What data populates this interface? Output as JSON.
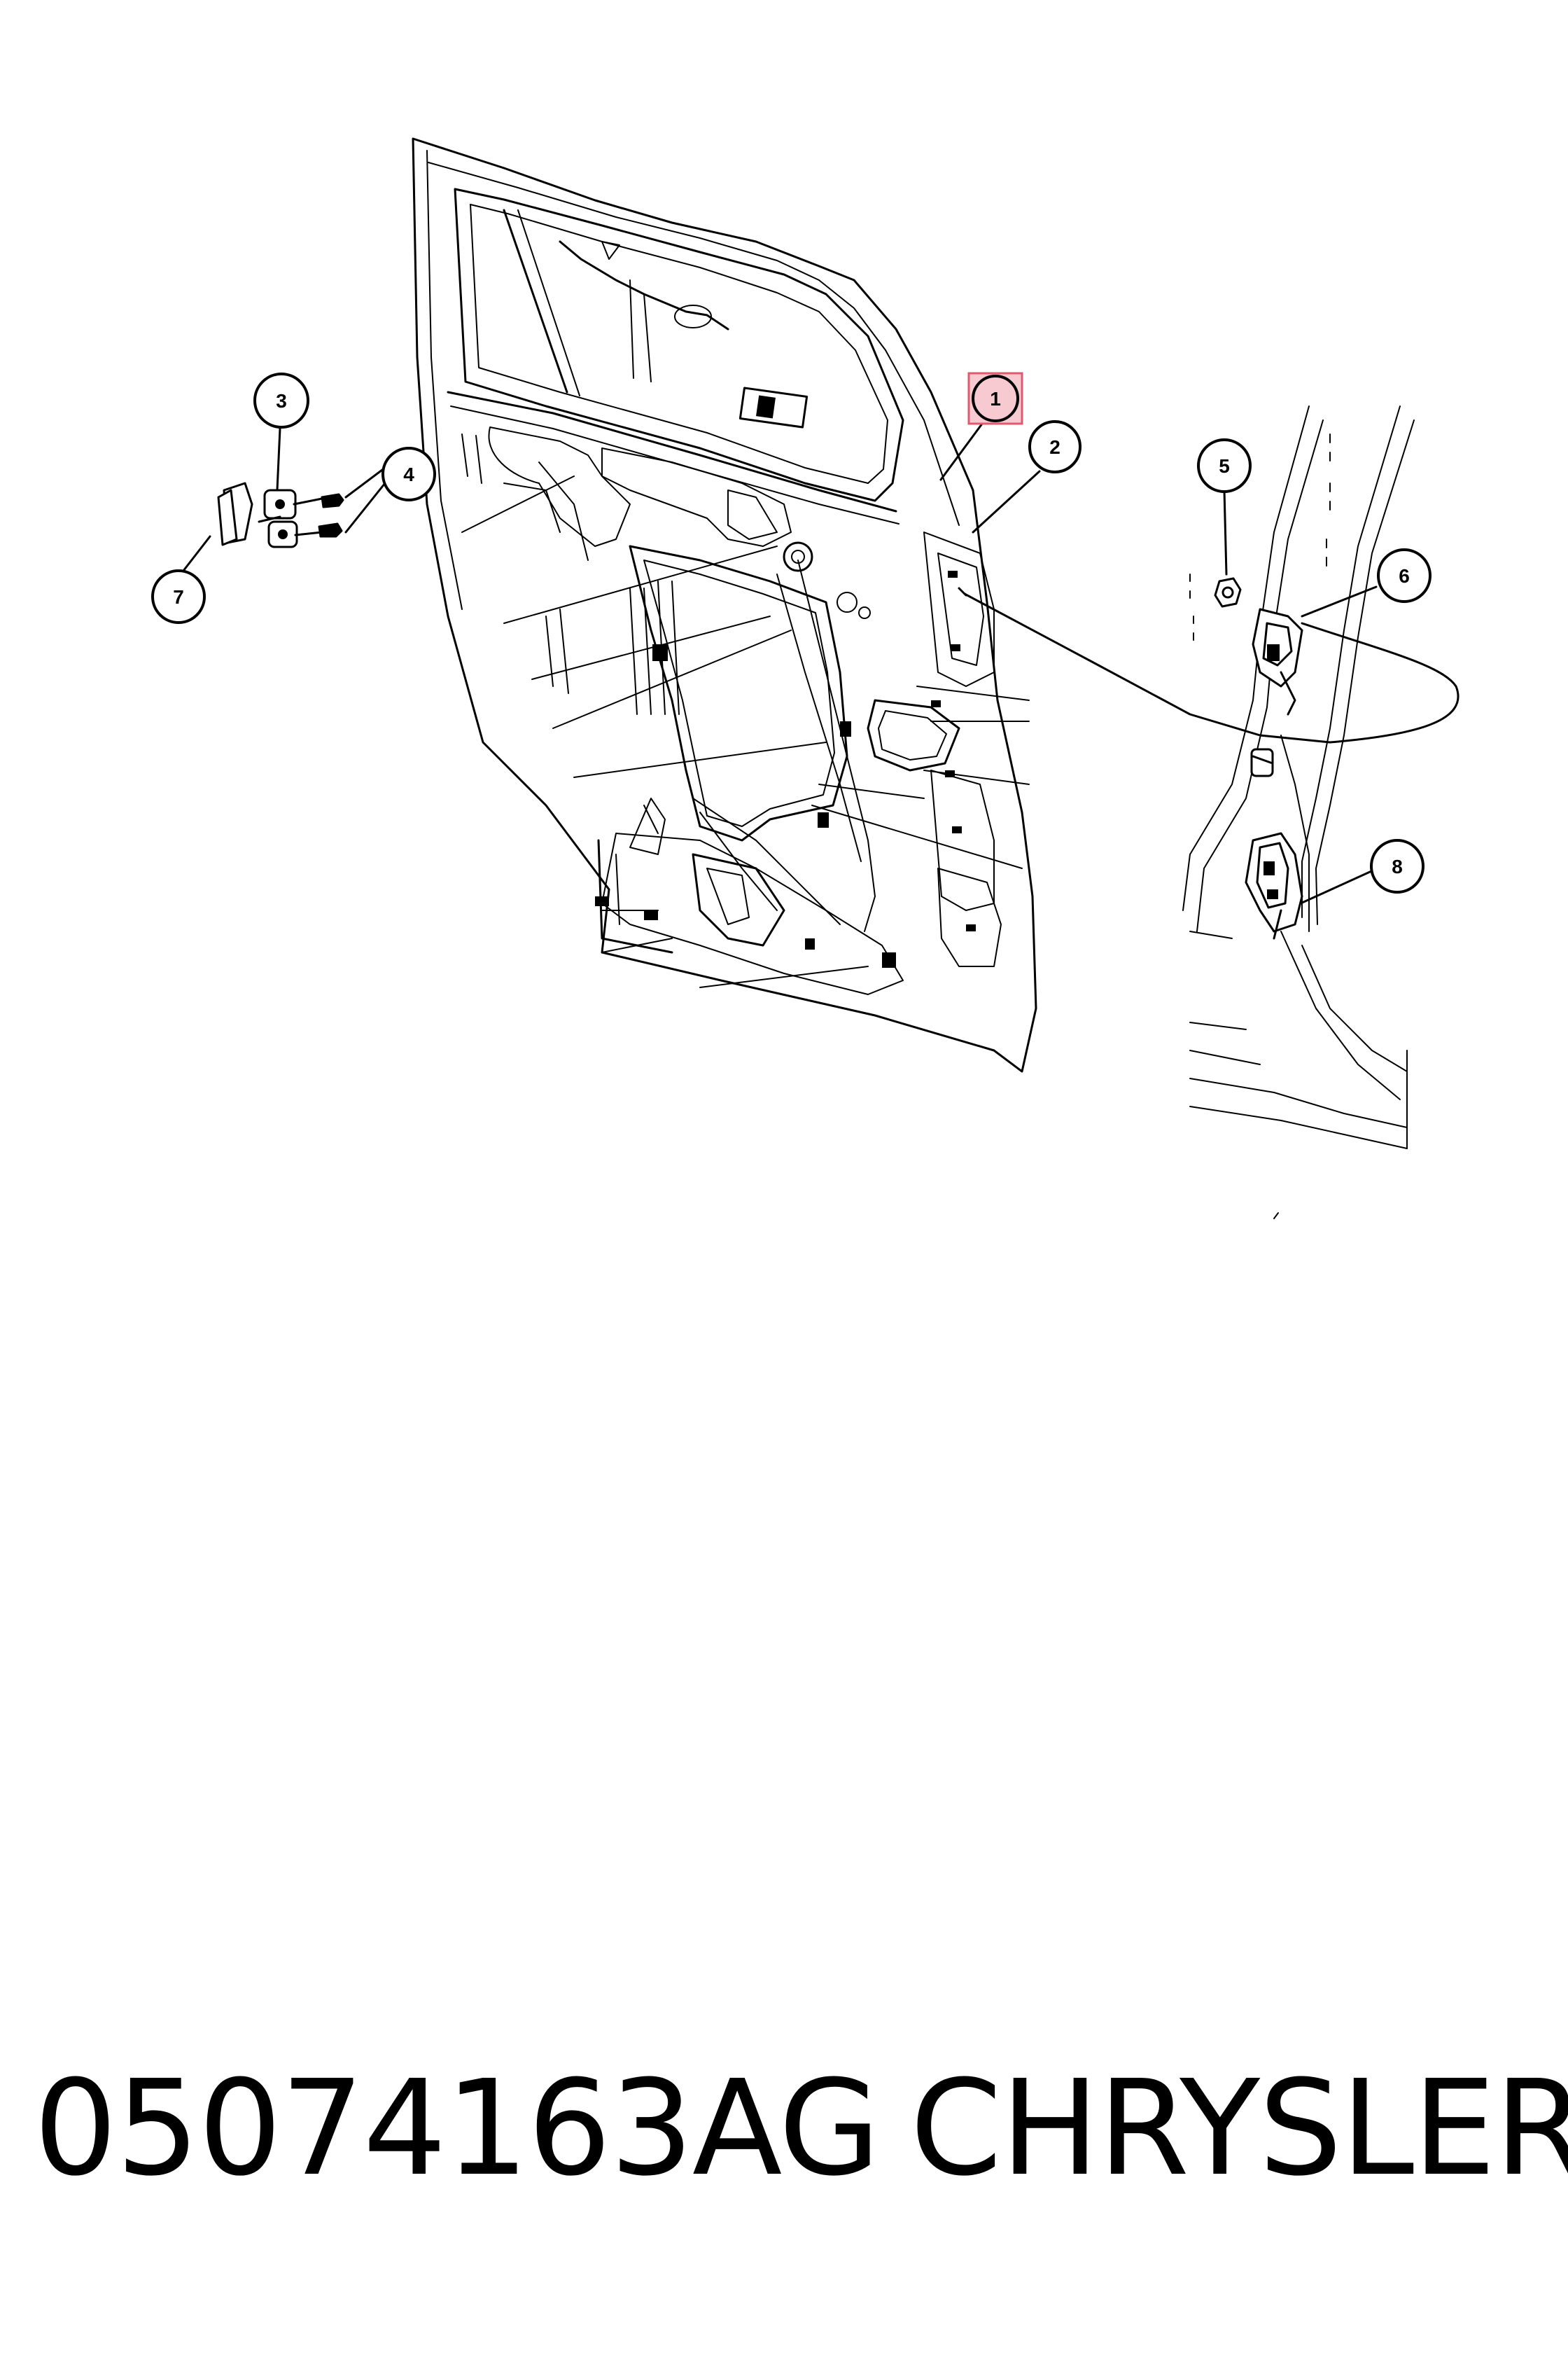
{
  "diagram": {
    "callouts": [
      "1",
      "2",
      "3",
      "4",
      "5",
      "6",
      "7",
      "8"
    ],
    "highlighted_callout": "1",
    "highlight_color": "#e05a6e",
    "line_color": "#000000"
  },
  "footer": {
    "part_number": "05074163AG",
    "brand": "CHRYSLER"
  }
}
